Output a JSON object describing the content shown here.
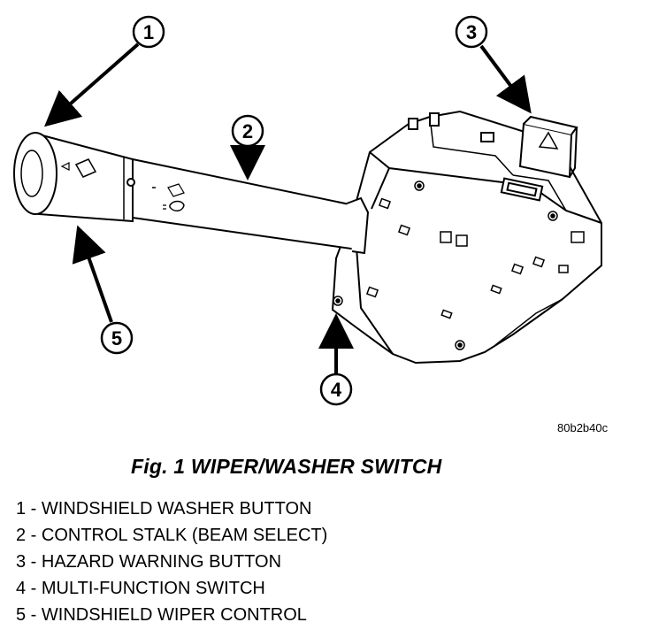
{
  "callouts": [
    {
      "num": "1"
    },
    {
      "num": "2"
    },
    {
      "num": "3"
    },
    {
      "num": "4"
    },
    {
      "num": "5"
    }
  ],
  "figure_code": "80b2b40c",
  "caption": "Fig. 1 WIPER/WASHER SWITCH",
  "legend": [
    "1 - WINDSHIELD WASHER BUTTON",
    "2 - CONTROL STALK (BEAM SELECT)",
    "3 - HAZARD WARNING BUTTON",
    "4 - MULTI-FUNCTION SWITCH",
    "5 - WINDSHIELD WIPER CONTROL"
  ]
}
